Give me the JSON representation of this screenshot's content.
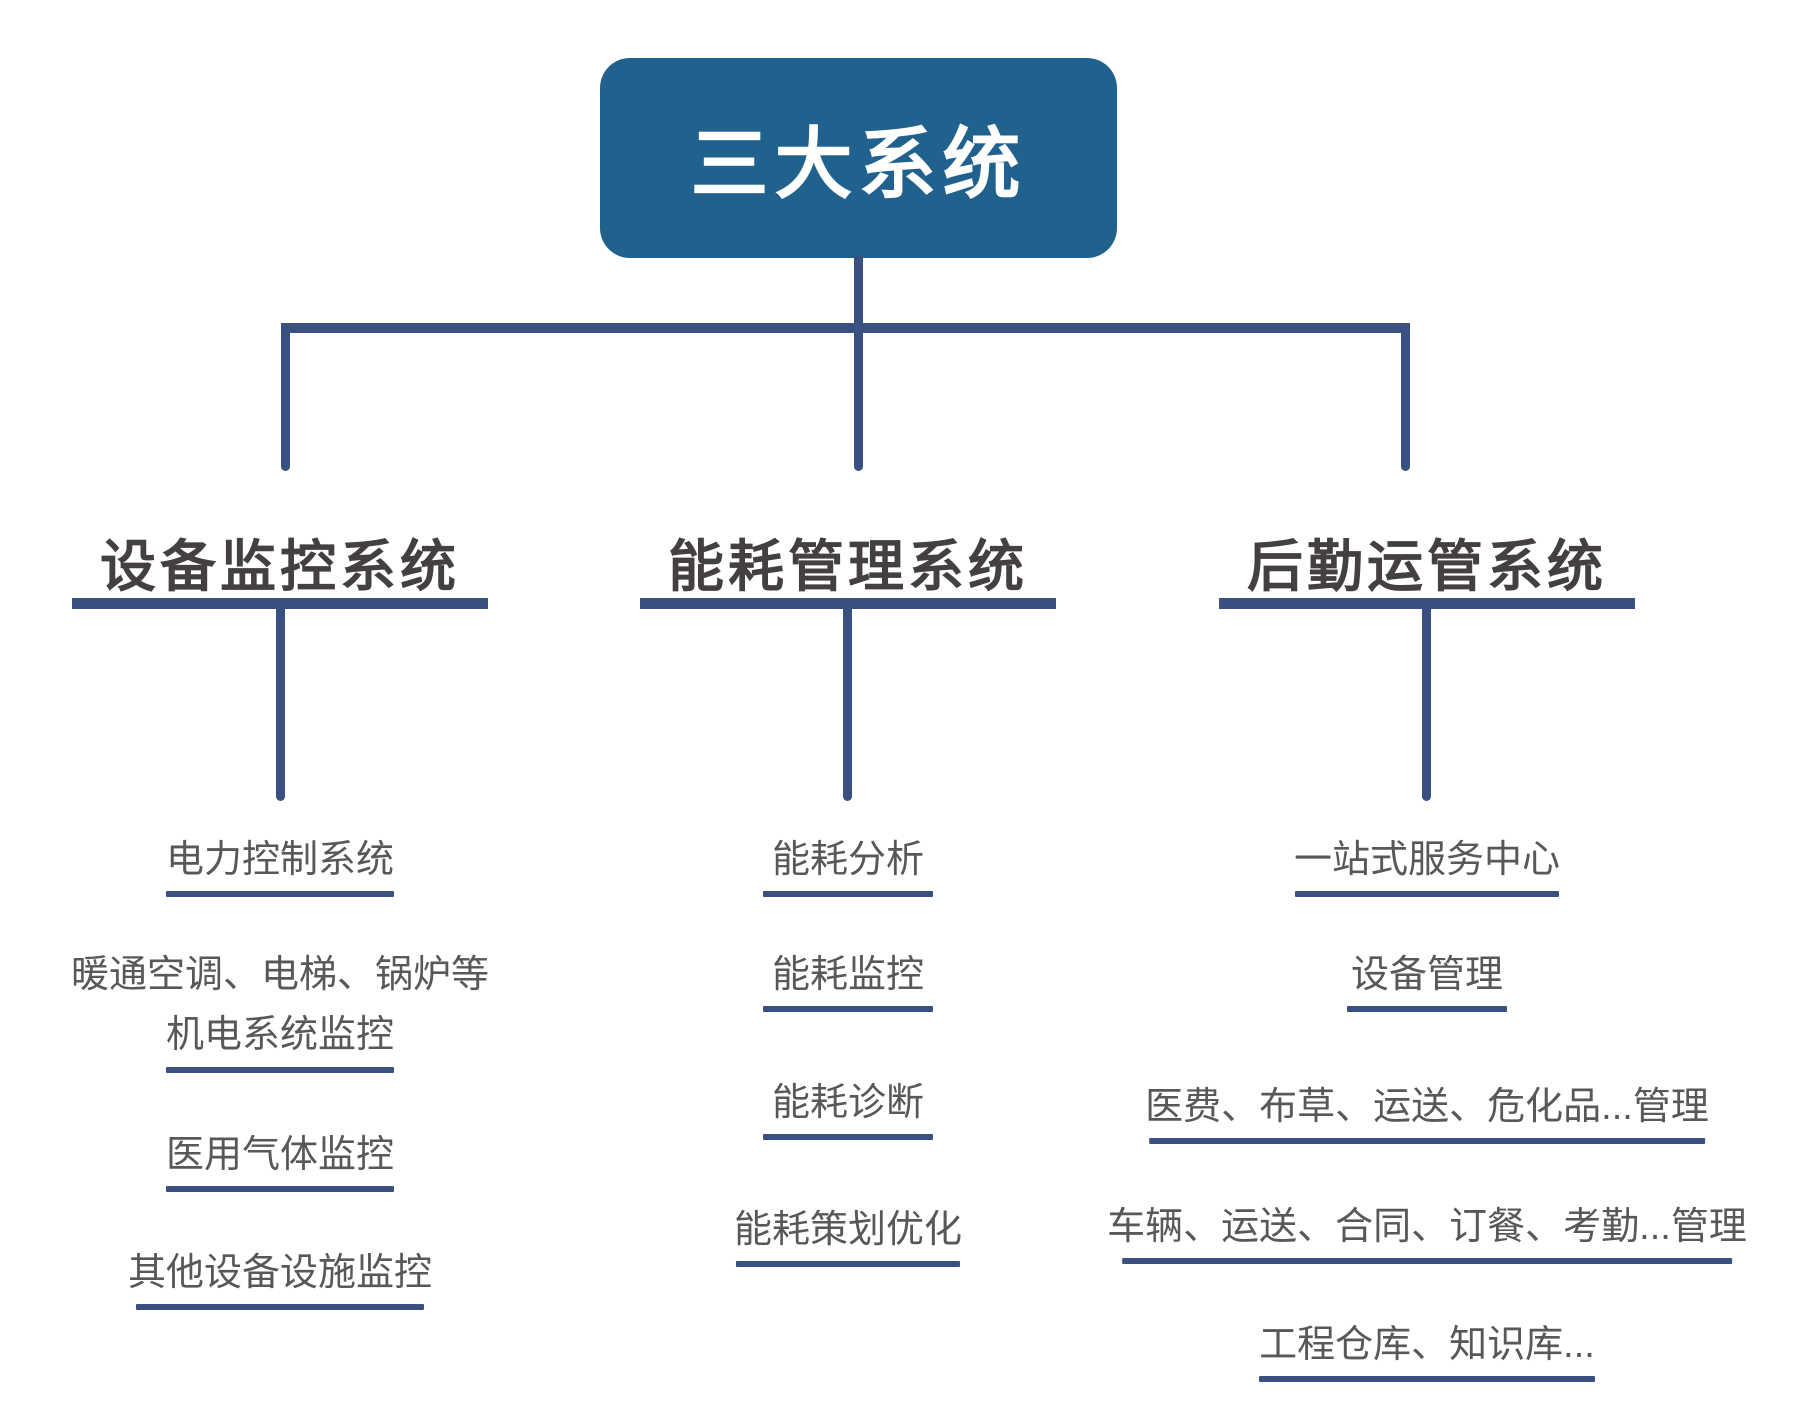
{
  "title": "三大系统",
  "colors": {
    "box_fill": "#21618E",
    "title_text": "#FFFFFF",
    "line": "#3A5080",
    "heading_text": "#454040",
    "item_text": "#5A5757"
  },
  "columns": [
    {
      "heading": "设备监控系统",
      "items": [
        {
          "lines": [
            "电力控制系统"
          ]
        },
        {
          "lines": [
            "暖通空调、电梯、锅炉等",
            "机电系统监控"
          ]
        },
        {
          "lines": [
            "医用气体监控"
          ]
        },
        {
          "lines": [
            "其他设备设施监控"
          ]
        }
      ]
    },
    {
      "heading": "能耗管理系统",
      "items": [
        {
          "lines": [
            "能耗分析"
          ]
        },
        {
          "lines": [
            "能耗监控"
          ]
        },
        {
          "lines": [
            "能耗诊断"
          ]
        },
        {
          "lines": [
            "能耗策划优化"
          ]
        }
      ]
    },
    {
      "heading": "后勤运管系统",
      "items": [
        {
          "lines": [
            "一站式服务中心"
          ]
        },
        {
          "lines": [
            "设备管理"
          ]
        },
        {
          "lines": [
            "医费、布草、运送、危化品...管理"
          ]
        },
        {
          "lines": [
            "车辆、运送、合同、订餐、考勤...管理"
          ]
        },
        {
          "lines": [
            "工程仓库、知识库..."
          ]
        }
      ]
    }
  ]
}
